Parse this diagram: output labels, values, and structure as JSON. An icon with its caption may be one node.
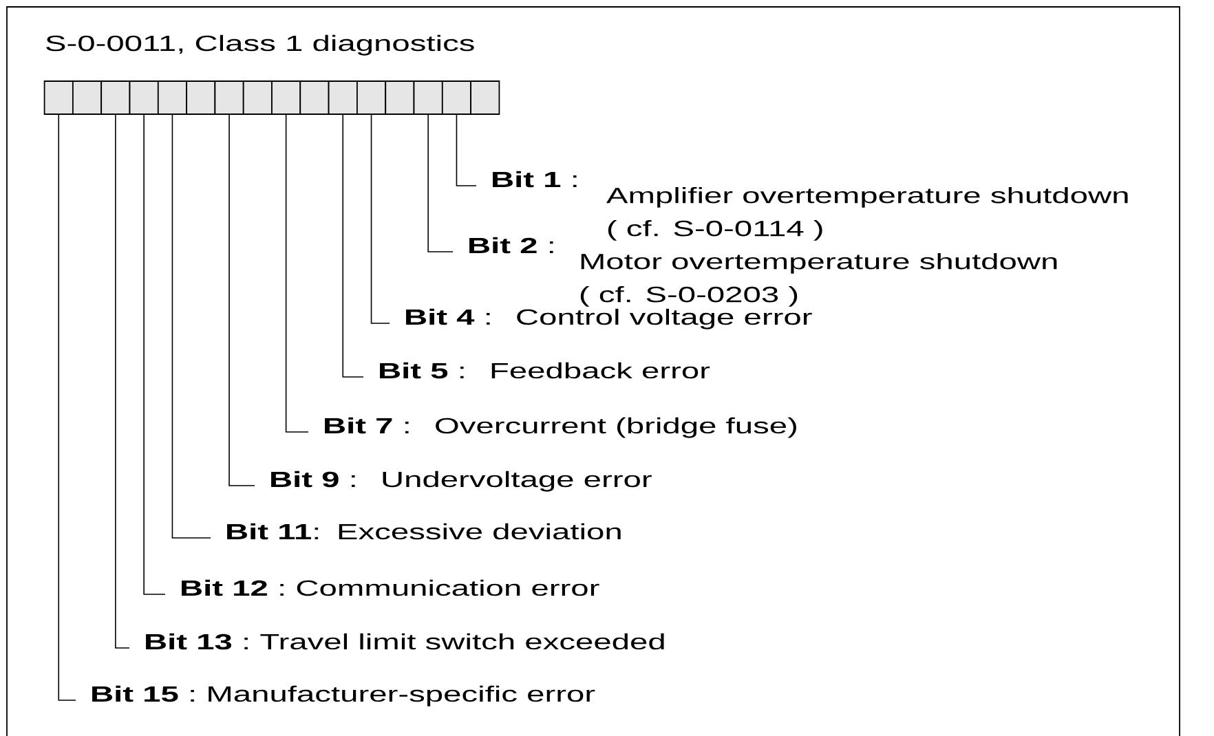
{
  "diagram": {
    "title": "S-0-0011, Class 1 diagnostics",
    "nodes": [
      {
        "text": [],
        "shape": "box"
      },
      {
        "text": [],
        "shape": "box"
      },
      {
        "text": [],
        "shape": "box"
      },
      {
        "text": [],
        "shape": "box"
      },
      {
        "text": [],
        "shape": "box"
      },
      {
        "text": [],
        "shape": "box"
      },
      {
        "text": [],
        "shape": "box"
      },
      {
        "text": [],
        "shape": "box"
      },
      {
        "text": [],
        "shape": "box"
      },
      {
        "text": [],
        "shape": "box"
      },
      {
        "text": [],
        "shape": "box"
      },
      {
        "text": [],
        "shape": "box"
      },
      {
        "text": [],
        "shape": "box"
      },
      {
        "text": [],
        "shape": "box"
      },
      {
        "text": [],
        "shape": "box"
      },
      {
        "text": [],
        "shape": "box"
      },
      {
        "text": [
          "**Bit 1** :",
          "Amplifier overtemperature shutdown ( cf. S-0-0114 )"
        ]
      },
      {
        "text": [
          "**Bit 2** :",
          "Motor overtemperature shutdown ( cf. S-0-0203 )"
        ]
      },
      {
        "text": [
          "**Bit 4** :",
          "Control voltage error"
        ]
      },
      {
        "text": [
          "**Bit 5** :",
          "Feedback error"
        ]
      },
      {
        "text": [
          "**Bit 7** :",
          "Overcurrent (bridge fuse)"
        ]
      },
      {
        "text": [
          "**Bit 9** :",
          "Undervoltage error"
        ]
      },
      {
        "text": [
          "**Bit 11**:",
          "Excessive deviation"
        ]
      },
      {
        "text": [
          "**Bit 12** :",
          "Communication error"
        ]
      },
      {
        "text": [
          "**Bit 13** :",
          "Travel limit switch exceeded"
        ]
      },
      {
        "text": [
          "**Bit 15** :",
          "Manufacturer-specific error"
        ]
      }
    ],
    "edges": [
      {
        "from": 14,
        "to": 16,
        "arrow": "none"
      },
      {
        "from": 13,
        "to": 17,
        "arrow": "none"
      },
      {
        "from": 11,
        "to": 18,
        "arrow": "none"
      },
      {
        "from": 10,
        "to": 19,
        "arrow": "none"
      },
      {
        "from": 8,
        "to": 20,
        "arrow": "none"
      },
      {
        "from": 6,
        "to": 21,
        "arrow": "none"
      },
      {
        "from": 4,
        "to": 22,
        "arrow": "none"
      },
      {
        "from": 3,
        "to": 23,
        "arrow": "none"
      },
      {
        "from": 2,
        "to": 24,
        "arrow": "none"
      },
      {
        "from": 0,
        "to": 25,
        "arrow": "none"
      }
    ]
  }
}
